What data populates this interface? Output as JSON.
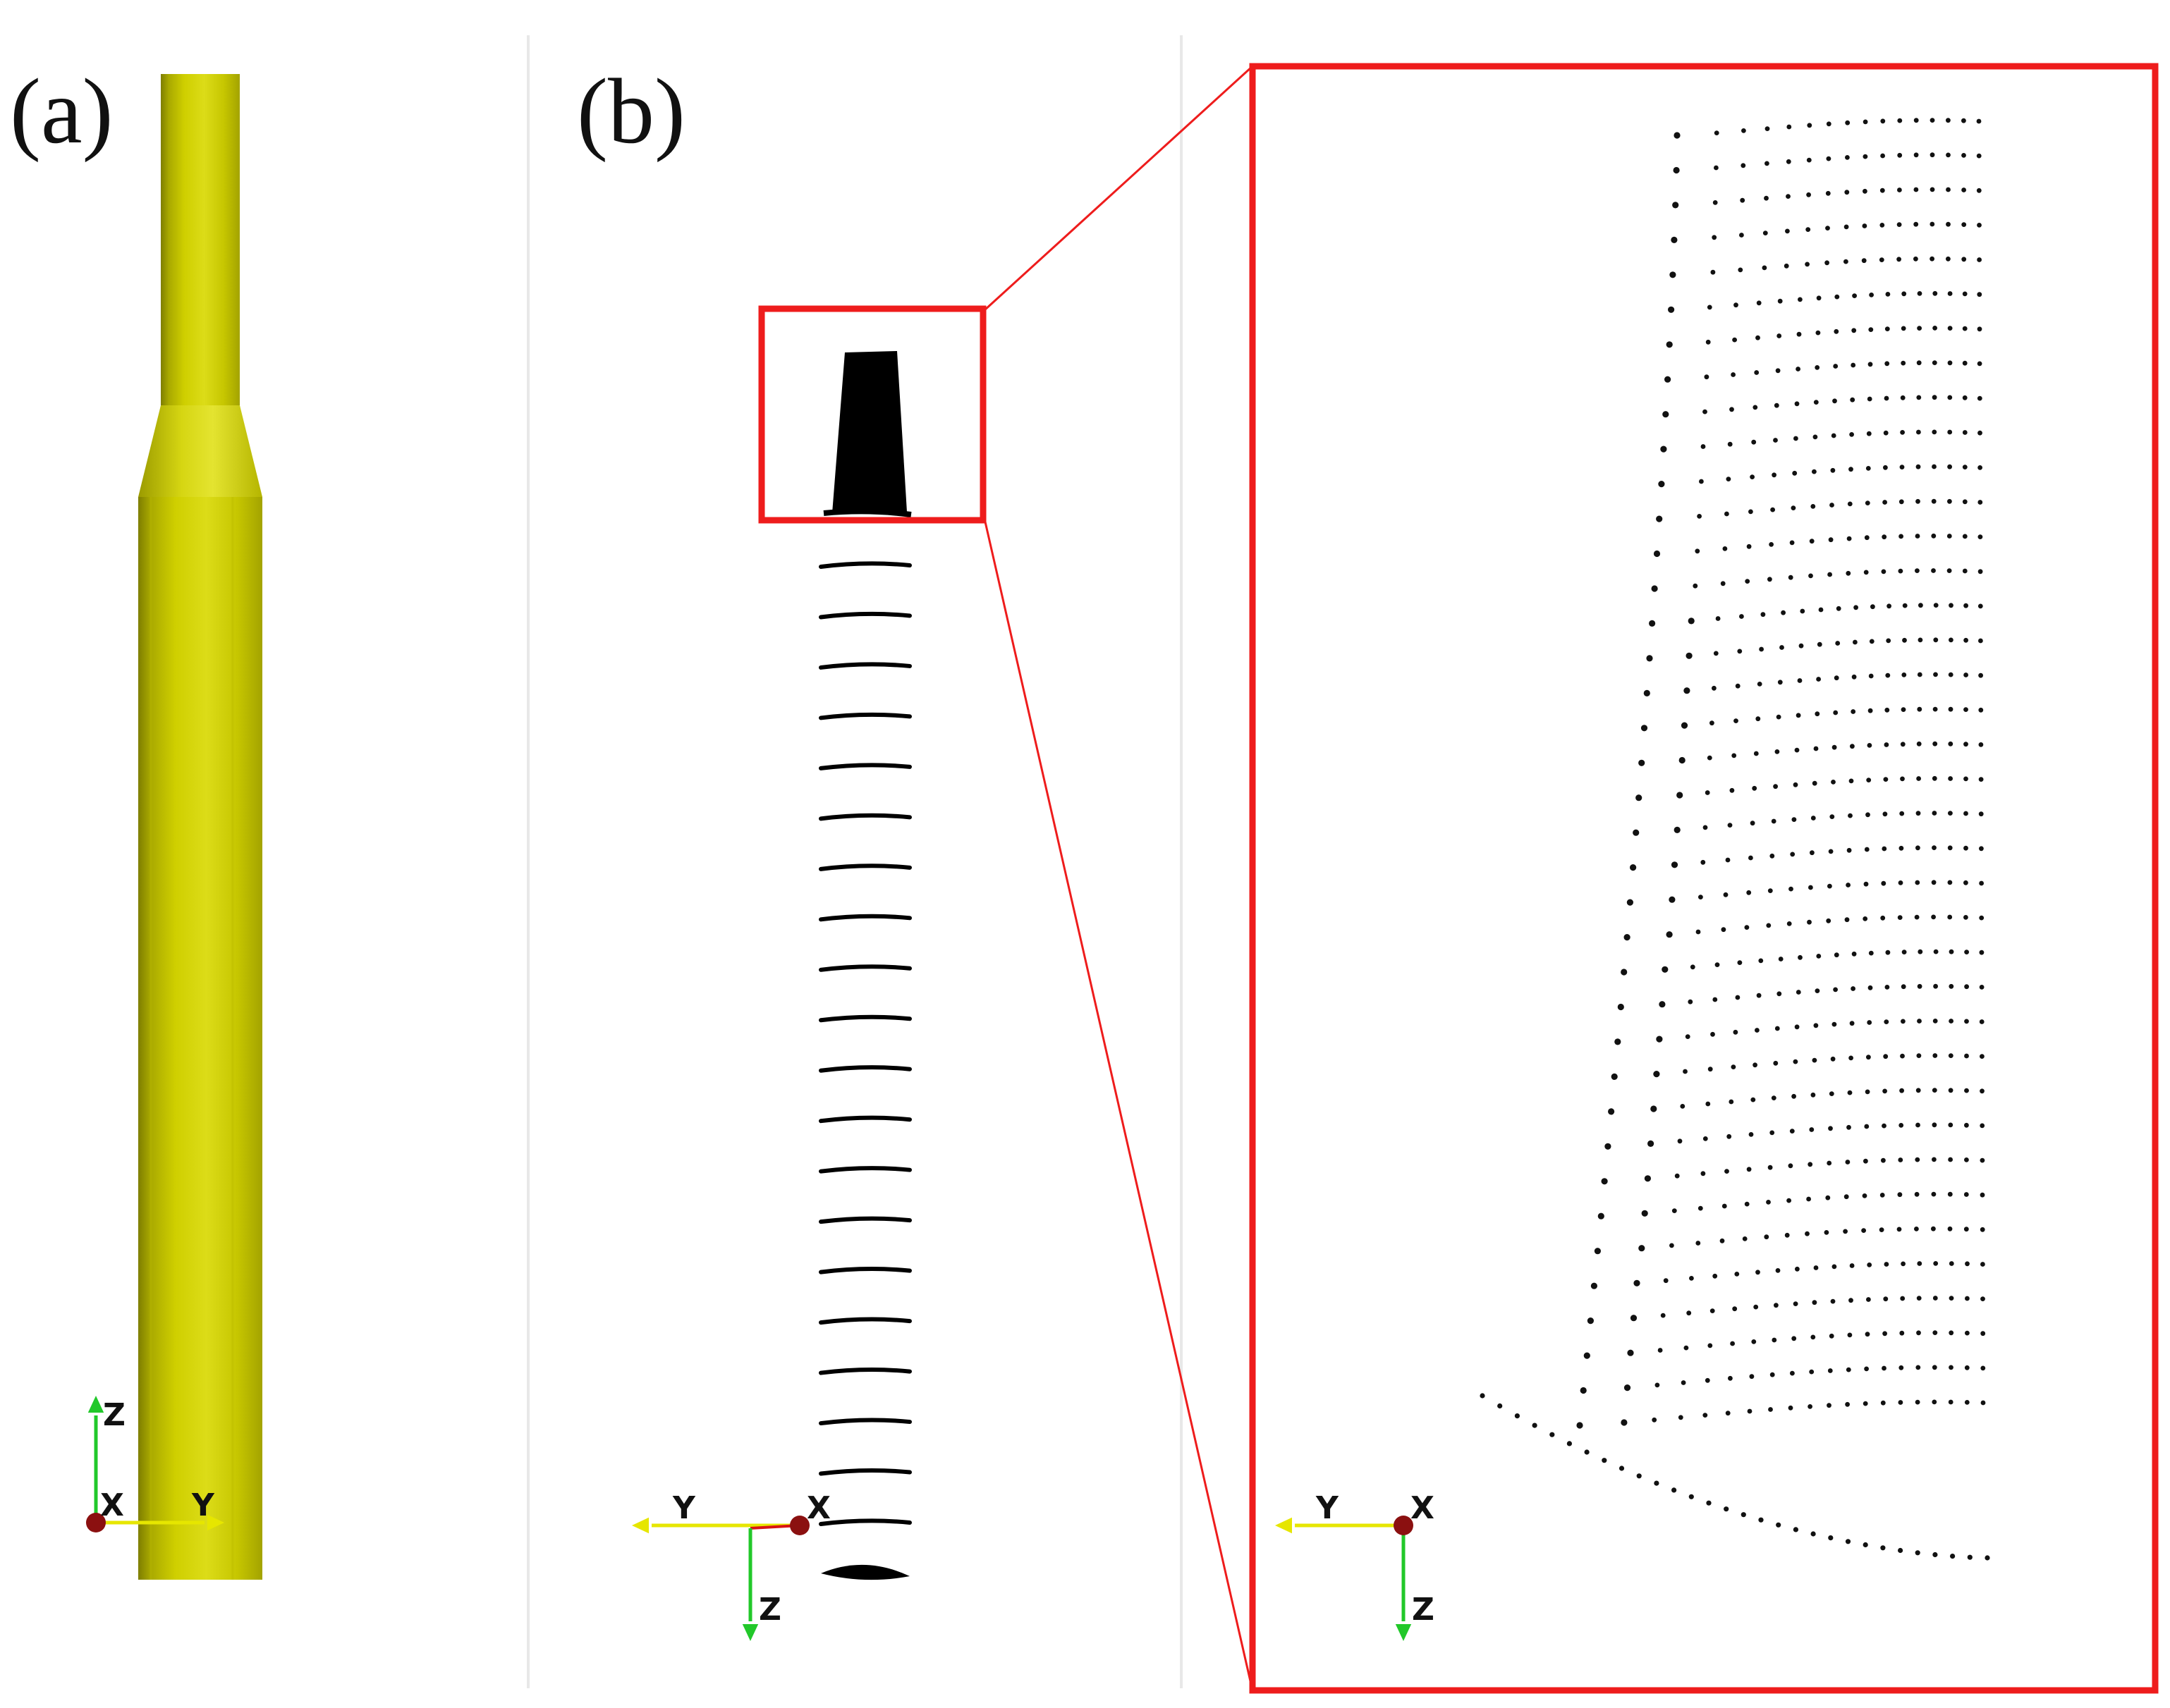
{
  "figure": {
    "panel_a": {
      "label": "(a)",
      "axes": {
        "z": "Z",
        "x": "X",
        "y": "Y"
      }
    },
    "panel_b": {
      "label": "(b)",
      "axes": {
        "y": "Y",
        "x": "X",
        "z": "Z"
      }
    },
    "zoom": {
      "axes": {
        "y": "Y",
        "x": "X",
        "z": "Z"
      }
    }
  },
  "colors": {
    "model": "#cccc00",
    "model_light": "#dede20",
    "model_dark": "#8f8f00",
    "highlight_box": "#ee1c1c",
    "axis_y": "#e6e600",
    "axis_z": "#22c82a",
    "axis_x_dot": "#8b1010",
    "divider": "#e8e8e8",
    "points": "#111111"
  }
}
